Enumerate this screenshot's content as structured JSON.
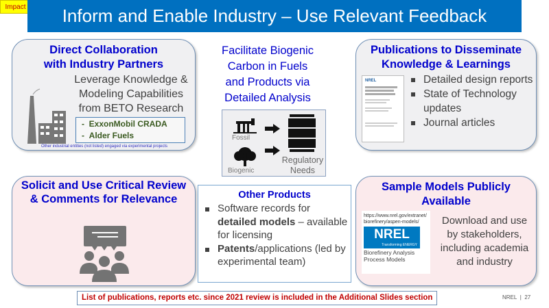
{
  "badge": "Impact",
  "title": "Inform and Enable Industry – Use Relevant Feedback",
  "collab": {
    "heading_1": "Direct Collaboration",
    "heading_2": "with Industry Partners",
    "body": [
      "Leverage Knowledge &",
      "Modeling Capabilities",
      "from BETO Research"
    ],
    "partners": [
      "ExxonMobil CRADA",
      "Alder Fuels"
    ],
    "footnote": "Other industrial entities (not listed) engaged via experimental projects"
  },
  "center": {
    "lines": [
      "Facilitate Biogenic",
      "Carbon in Fuels",
      "and Products via",
      "Detailed Analysis"
    ],
    "fossil": "Fossil",
    "biogenic": "Biogenic",
    "regulatory": [
      "Regulatory",
      "Needs"
    ]
  },
  "pubs": {
    "heading_1": "Publications to Disseminate",
    "heading_2": "Knowledge & Learnings",
    "items": [
      "Detailed design reports",
      "State of Technology updates",
      "Journal articles"
    ],
    "thumb_logo": "NREL"
  },
  "review": {
    "heading_1": "Solicit and Use Critical Review",
    "heading_2": "& Comments for Relevance"
  },
  "other": {
    "heading": "Other Products",
    "item1_a": "Software records for ",
    "item1_b": "detailed models",
    "item1_c": " – available for licensing",
    "item2_a": "Patents",
    "item2_b": "/applications (led by experimental team)"
  },
  "models": {
    "heading_1": "Sample Models Publicly",
    "heading_2": "Available",
    "url": "https://www.nrel.gov/extranet/biorefinery/aspen-models/",
    "logo": "NREL",
    "logo_tag": "Transforming ENERGY",
    "caption": "Biorefinery Analysis Process Models",
    "body": [
      "Download and use",
      "by stakeholders,",
      "including academia",
      "and industry"
    ]
  },
  "footer": {
    "note": "List of publications, reports etc. since 2021 review is included in the Additional Slides section",
    "org": "NREL",
    "page": "27"
  }
}
